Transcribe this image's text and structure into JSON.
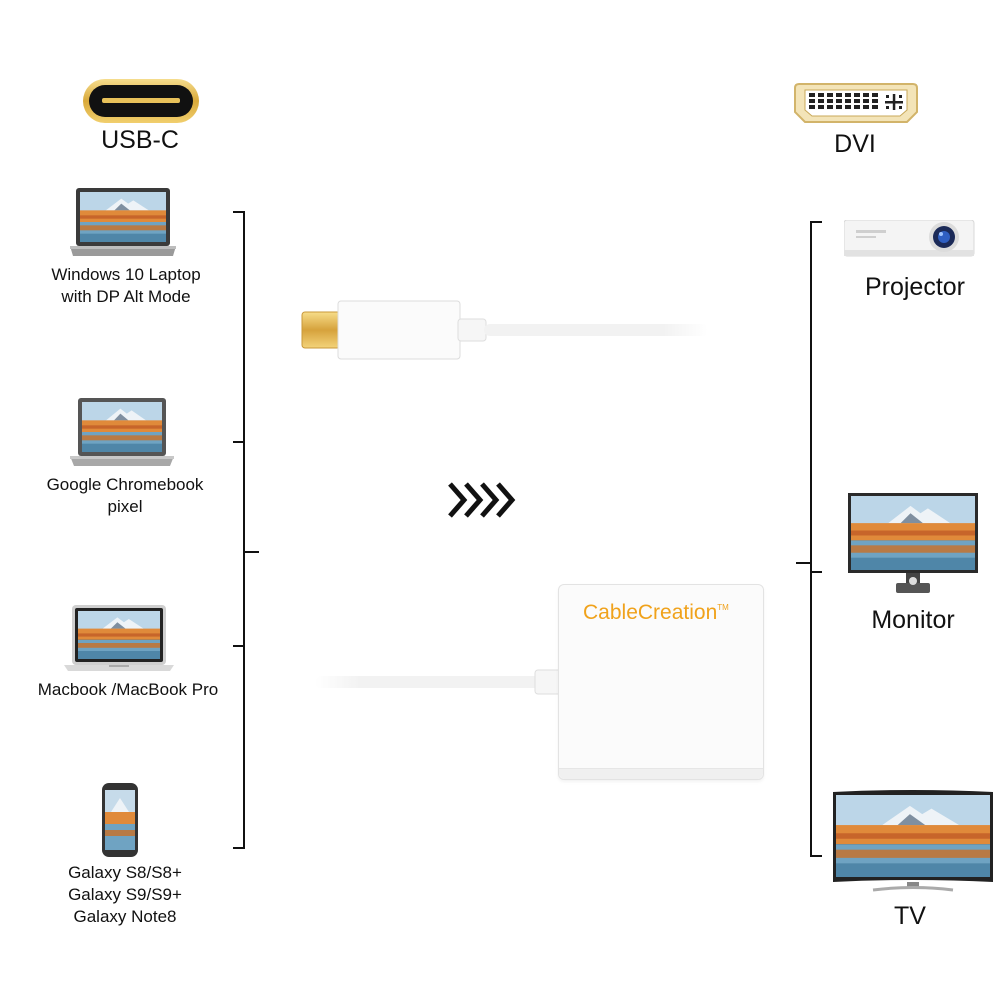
{
  "left": {
    "header": "USB-C",
    "devices": [
      {
        "label_lines": [
          "Windows 10 Laptop",
          "with DP Alt Mode"
        ],
        "icon": "laptop-icon"
      },
      {
        "label_lines": [
          "Google Chromebook",
          "pixel"
        ],
        "icon": "chromebook-icon"
      },
      {
        "label_lines": [
          "Macbook /MacBook Pro"
        ],
        "icon": "macbook-icon"
      },
      {
        "label_lines": [
          "Galaxy S8/S8+",
          "Galaxy S9/S9+",
          "Galaxy Note8"
        ],
        "icon": "smartphone-icon"
      }
    ]
  },
  "right": {
    "header": "DVI",
    "devices": [
      {
        "label": "Projector",
        "icon": "projector-icon"
      },
      {
        "label": "Monitor",
        "icon": "monitor-icon"
      },
      {
        "label": "TV",
        "icon": "tv-icon"
      }
    ]
  },
  "adapter": {
    "brand": "CableCreation",
    "trademark": "TM"
  },
  "colors": {
    "brand": "#f0a21b",
    "gold": "#e3b23c",
    "line": "#111111"
  }
}
